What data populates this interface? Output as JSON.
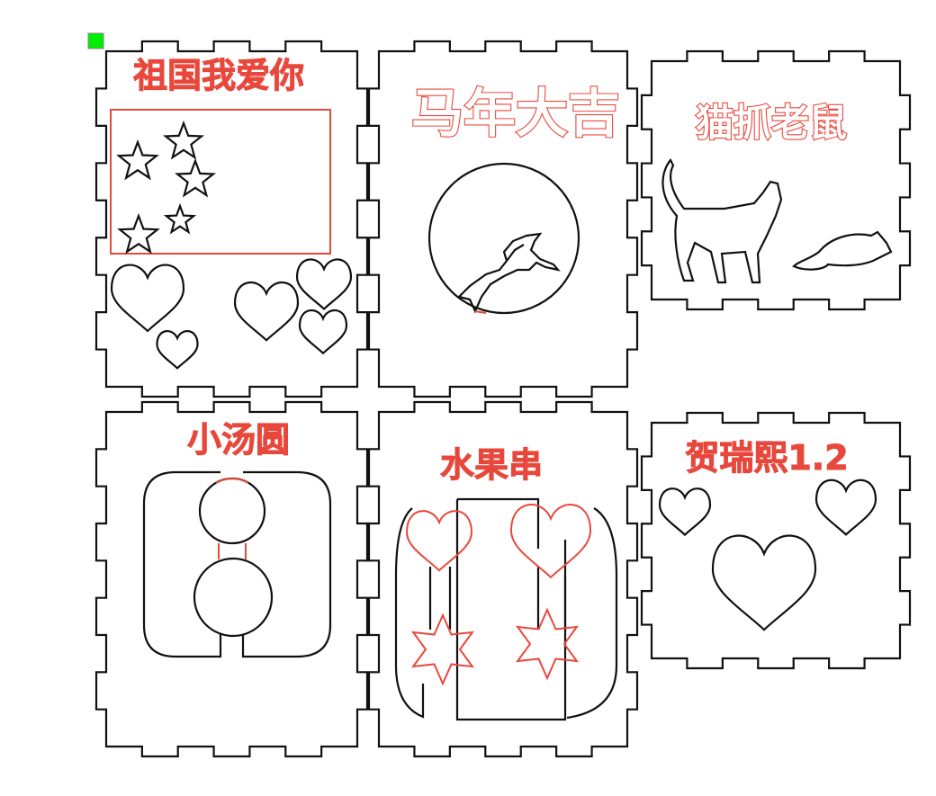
{
  "colors": {
    "cut_line": "#111111",
    "engrave_line": "#e8483c",
    "origin_marker": "#00ee00"
  },
  "panels": [
    {
      "label": "祖国我爱你"
    },
    {
      "label": "马年大吉"
    },
    {
      "label": "猫抓老鼠"
    },
    {
      "label": "小汤圆"
    },
    {
      "label": "水果串"
    },
    {
      "label": "贺瑞熙1.2"
    }
  ]
}
